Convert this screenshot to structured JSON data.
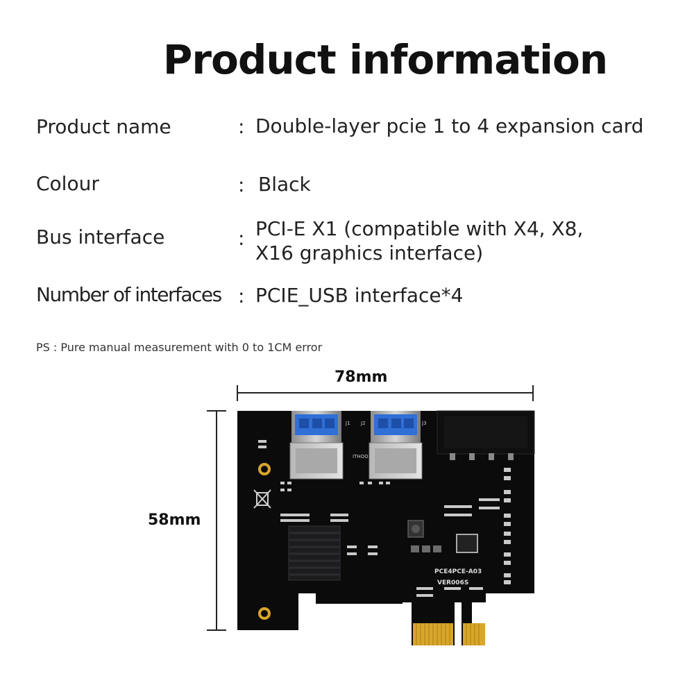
{
  "title": "Product information",
  "specs": [
    {
      "label": "Product name",
      "value": "Double-layer pcie 1 to 4 expansion card"
    },
    {
      "label": "Colour",
      "value": "Black"
    },
    {
      "label": "Bus interface",
      "value_line1": "PCI-E X1 (compatible with X4, X8,",
      "value_line2": "X16 graphics interface)"
    },
    {
      "label": "Number of interfaces",
      "value": "PCIE_USB interface*4"
    }
  ],
  "colon": ":",
  "ps_note": "PS : Pure manual measurement with 0 to 1CM error",
  "dimensions": {
    "width": "78mm",
    "height": "58mm"
  },
  "board_text": {
    "model": "PCE4PCE-A03",
    "version": "VER006S",
    "j1": "J1",
    "j2": "J2",
    "j3": "J3",
    "brand": "ITHOO"
  },
  "colors": {
    "board": "#0b0b0c",
    "usb_blue": "#2f6fd6",
    "gold": "#d8a62a",
    "heatsink": "#1c1c1f"
  }
}
